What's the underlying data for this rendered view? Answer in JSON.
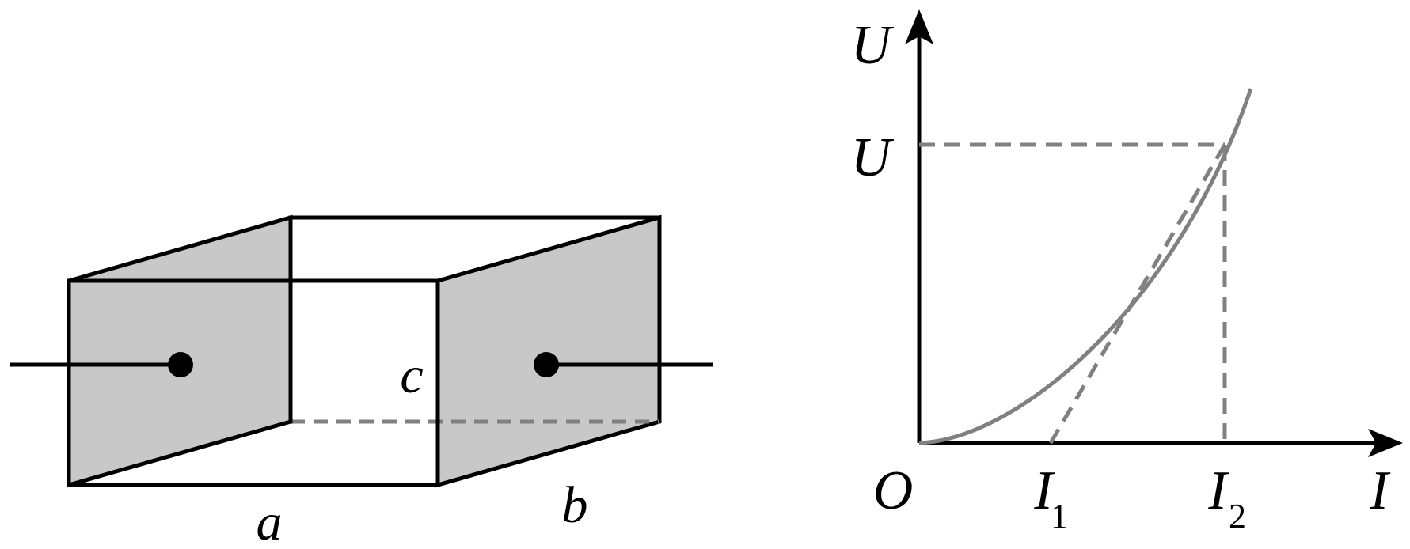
{
  "block": {
    "dim_length": "a",
    "dim_width": "b",
    "dim_height": "c"
  },
  "graph": {
    "y_axis": "U",
    "x_axis": "I",
    "origin": "O",
    "u_mark": "U",
    "i1_main": "I",
    "i1_sub": "1",
    "i2_main": "I",
    "i2_sub": "2"
  }
}
